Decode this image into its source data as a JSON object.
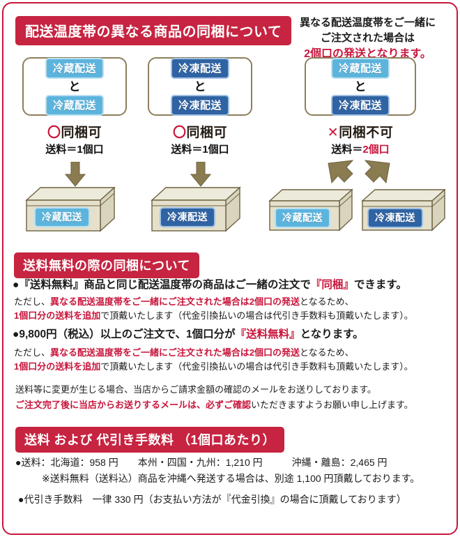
{
  "theme": {
    "crimson": "#c8163c",
    "pill_bg": "#c62441",
    "chilled_blue": "#5cb4dd",
    "frozen_blue": "#2f63a3",
    "box_beige": "#e2dec9",
    "arrow_olive": "#8a7c50",
    "frame_border": "#c8163c"
  },
  "section1": {
    "heading": "配送温度帯の異なる商品の同梱について",
    "note_line1": "異なる配送温度帯をご一緒に",
    "note_line2": "ご注文された場合は",
    "note_line3": "2個口の発送となります。",
    "panels": [
      {
        "top_badge": "冷蔵配送",
        "top_badge_type": "chilled",
        "joiner": "と",
        "bottom_badge": "冷蔵配送",
        "bottom_badge_type": "chilled",
        "verdict_mark": "〇",
        "verdict_label": "同梱可",
        "fee_prefix": "送料＝",
        "fee_value": "1個口",
        "fee_highlight": false,
        "parcels": [
          {
            "label": "冷蔵配送",
            "type": "chilled"
          }
        ]
      },
      {
        "top_badge": "冷凍配送",
        "top_badge_type": "frozen",
        "joiner": "と",
        "bottom_badge": "冷凍配送",
        "bottom_badge_type": "frozen",
        "verdict_mark": "〇",
        "verdict_label": "同梱可",
        "fee_prefix": "送料＝",
        "fee_value": "1個口",
        "fee_highlight": false,
        "parcels": [
          {
            "label": "冷凍配送",
            "type": "frozen"
          }
        ]
      },
      {
        "top_badge": "冷蔵配送",
        "top_badge_type": "chilled",
        "joiner": "と",
        "bottom_badge": "冷凍配送",
        "bottom_badge_type": "frozen",
        "verdict_mark": "✕",
        "verdict_label": "同梱不可",
        "fee_prefix": "送料＝",
        "fee_value": "2個口",
        "fee_highlight": true,
        "parcels": [
          {
            "label": "冷蔵配送",
            "type": "chilled"
          },
          {
            "label": "冷凍配送",
            "type": "frozen"
          }
        ]
      }
    ]
  },
  "section2": {
    "heading": "送料無料の際の同梱について",
    "block1": {
      "lead_a": "●『送料無料』商品と同じ配送温度帯の商品はご一緒の注文で",
      "lead_b": "『同梱』",
      "lead_c": "できます。",
      "sub1_a": "ただし、",
      "sub1_b": "異なる配送温度帯をご一緒にご注文された場合は2個口の発送",
      "sub1_c": "となるため、",
      "sub2_a": "1個口分の送料を追加",
      "sub2_b": "で頂戴いたします（代金引換払いの場合は代引き手数料も頂戴いたします）。"
    },
    "block2": {
      "lead_a": "●9,800円（税込）以上のご注文で、1個口分が",
      "lead_b": "『送料無料』",
      "lead_c": "となります。",
      "sub1_a": "ただし、",
      "sub1_b": "異なる配送温度帯をご一緒にご注文された場合は2個口の発送",
      "sub1_c": "となるため、",
      "sub2_a": "1個口分の送料を追加",
      "sub2_b": "で頂戴いたします（代金引換払いの場合は代引き手数料も頂戴いたします）。"
    },
    "mail_note_1": "送料等に変更が生じる場合、当店からご請求金額の確認のメールをお送りしております。",
    "mail_note_2_a": "ご注文完了後に当店からお送りするメールは、必ずご確認",
    "mail_note_2_b": "いただきますようお願い申し上げます。"
  },
  "section3": {
    "heading": "送料 および 代引き手数料 （1個口あたり）",
    "line1": "●送料：北海道：958 円　　本州・四国・九州：1,210 円　　　沖縄・離島：2,465 円",
    "line2": "※送料無料（送料込）商品を沖縄へ発送する場合は、別途 1,100 円頂戴しております。",
    "line3": "●代引き手数料　一律 330 円（お支払い方法が『代金引換』の場合に頂戴しております）"
  }
}
